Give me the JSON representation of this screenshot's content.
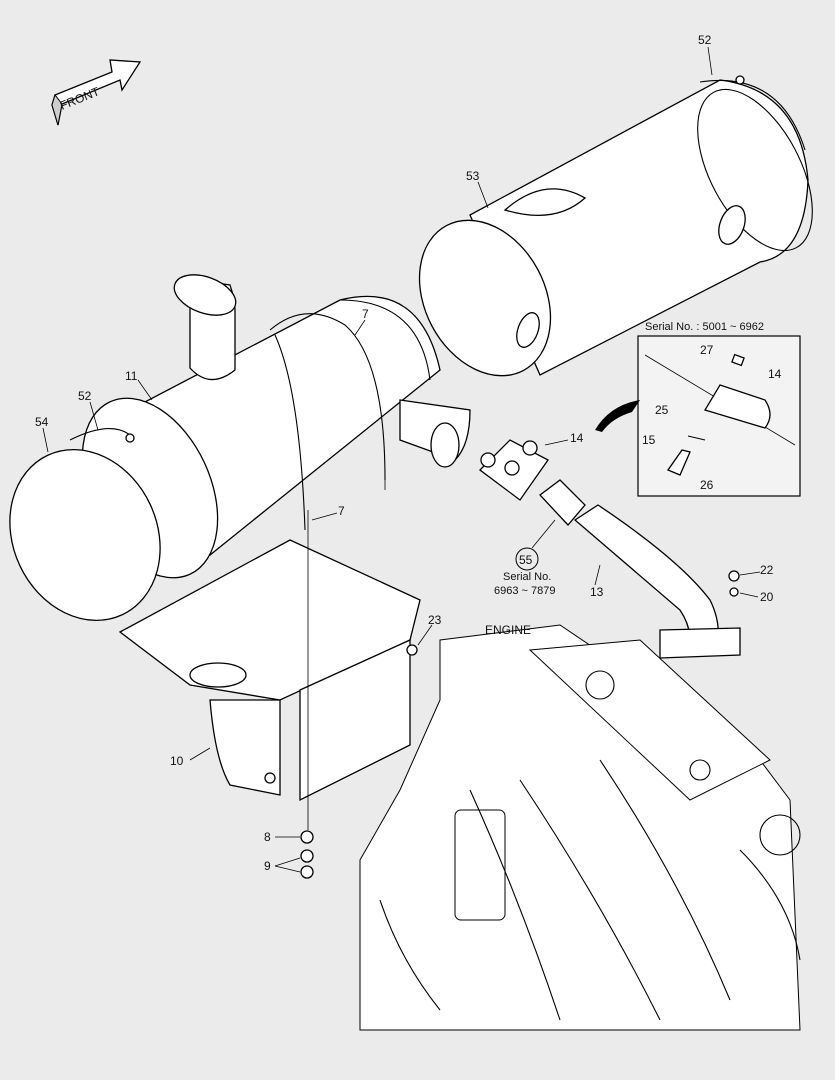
{
  "front_arrow": {
    "label": "FRONT"
  },
  "engine_label": "ENGINE",
  "inset": {
    "title": "Serial No. : 5001 ~ 6962",
    "callouts": [
      "27",
      "14",
      "25",
      "15",
      "26"
    ]
  },
  "serial_note": {
    "circled_ref": "55",
    "line1": "Serial No.",
    "line2": "6963 ~ 7879"
  },
  "callouts": {
    "c52_top": "52",
    "c53": "53",
    "c7_top": "7",
    "c11": "11",
    "c52_left": "52",
    "c54": "54",
    "c14": "14",
    "c7_mid": "7",
    "c13": "13",
    "c22": "22",
    "c20": "20",
    "c23": "23",
    "c10": "10",
    "c8": "8",
    "c9": "9"
  }
}
